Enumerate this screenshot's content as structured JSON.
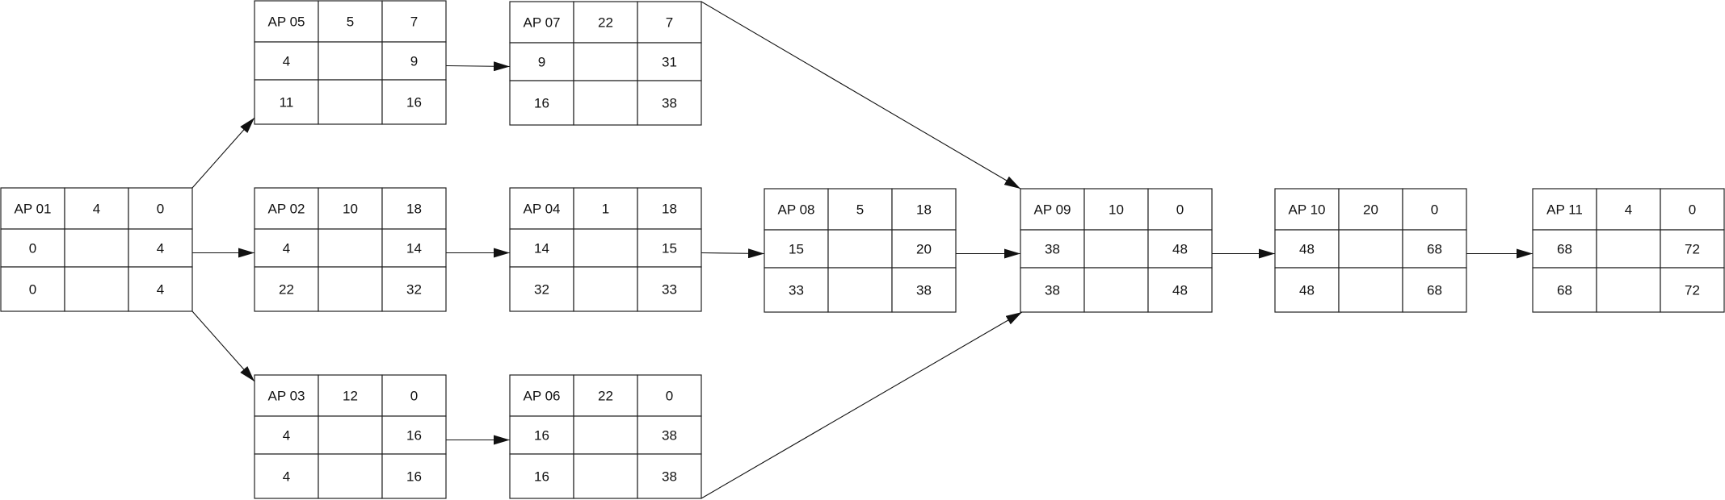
{
  "nodes": [
    {
      "id": "AP 01",
      "duration": "4",
      "float": "0",
      "es": "0",
      "ef": "4",
      "ls": "0",
      "lf": "4"
    },
    {
      "id": "AP 05",
      "duration": "5",
      "float": "7",
      "es": "4",
      "ef": "9",
      "ls": "11",
      "lf": "16"
    },
    {
      "id": "AP 02",
      "duration": "10",
      "float": "18",
      "es": "4",
      "ef": "14",
      "ls": "22",
      "lf": "32"
    },
    {
      "id": "AP 03",
      "duration": "12",
      "float": "0",
      "es": "4",
      "ef": "16",
      "ls": "4",
      "lf": "16"
    },
    {
      "id": "AP 07",
      "duration": "22",
      "float": "7",
      "es": "9",
      "ef": "31",
      "ls": "16",
      "lf": "38"
    },
    {
      "id": "AP 04",
      "duration": "1",
      "float": "18",
      "es": "14",
      "ef": "15",
      "ls": "32",
      "lf": "33"
    },
    {
      "id": "AP 06",
      "duration": "22",
      "float": "0",
      "es": "16",
      "ef": "38",
      "ls": "16",
      "lf": "38"
    },
    {
      "id": "AP 08",
      "duration": "5",
      "float": "18",
      "es": "15",
      "ef": "20",
      "ls": "33",
      "lf": "38"
    },
    {
      "id": "AP 09",
      "duration": "10",
      "float": "0",
      "es": "38",
      "ef": "48",
      "ls": "38",
      "lf": "48"
    },
    {
      "id": "AP 10",
      "duration": "20",
      "float": "0",
      "es": "48",
      "ef": "68",
      "ls": "48",
      "lf": "68"
    },
    {
      "id": "AP 11",
      "duration": "4",
      "float": "0",
      "es": "68",
      "ef": "72",
      "ls": "68",
      "lf": "72"
    }
  ],
  "edges": [
    {
      "from": "AP 01",
      "to": "AP 05"
    },
    {
      "from": "AP 01",
      "to": "AP 02"
    },
    {
      "from": "AP 01",
      "to": "AP 03"
    },
    {
      "from": "AP 05",
      "to": "AP 07"
    },
    {
      "from": "AP 02",
      "to": "AP 04"
    },
    {
      "from": "AP 03",
      "to": "AP 06"
    },
    {
      "from": "AP 04",
      "to": "AP 08"
    },
    {
      "from": "AP 07",
      "to": "AP 09"
    },
    {
      "from": "AP 08",
      "to": "AP 09"
    },
    {
      "from": "AP 06",
      "to": "AP 09"
    },
    {
      "from": "AP 09",
      "to": "AP 10"
    },
    {
      "from": "AP 10",
      "to": "AP 11"
    }
  ]
}
